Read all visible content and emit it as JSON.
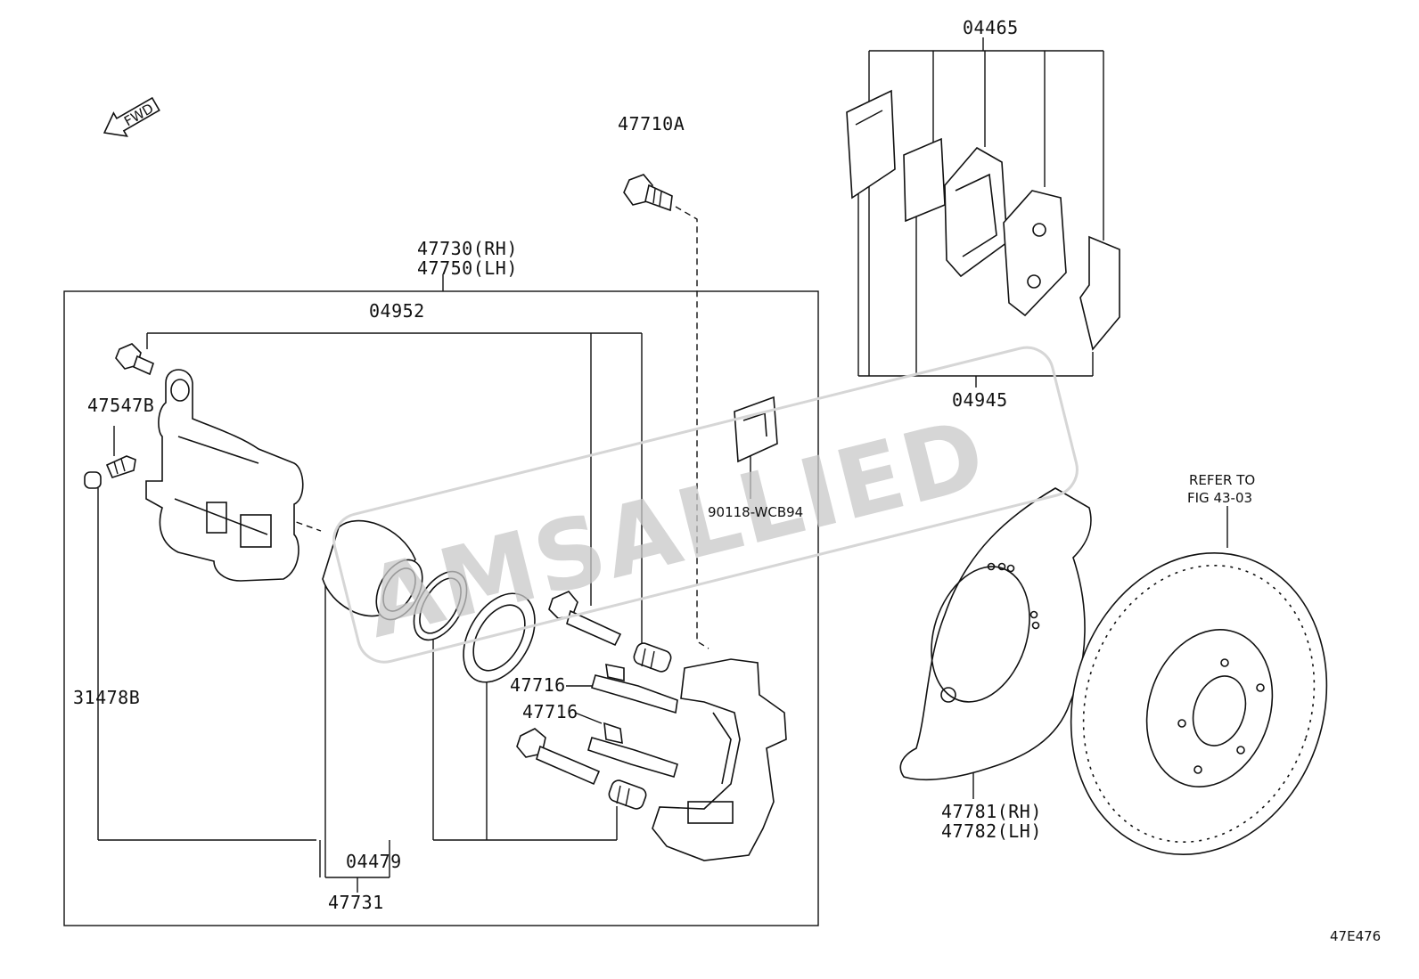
{
  "watermark": "AMSALLIED",
  "fwd_label": "FWD",
  "diagram_id": "47E476",
  "labels": {
    "p04465": "04465",
    "p04945": "04945",
    "p47710A": "47710A",
    "p47730": "47730(RH)",
    "p47750": "47750(LH)",
    "p04952": "04952",
    "p47547B": "47547B",
    "p31478B": "31478B",
    "p90118": "90118-WCB94",
    "p47716a": "47716",
    "p47716b": "47716",
    "p04479": "04479",
    "p47731": "47731",
    "p47781": "47781(RH)",
    "p47782": "47782(LH)",
    "refer1": "REFER TO",
    "refer2": "FIG 43-03"
  }
}
